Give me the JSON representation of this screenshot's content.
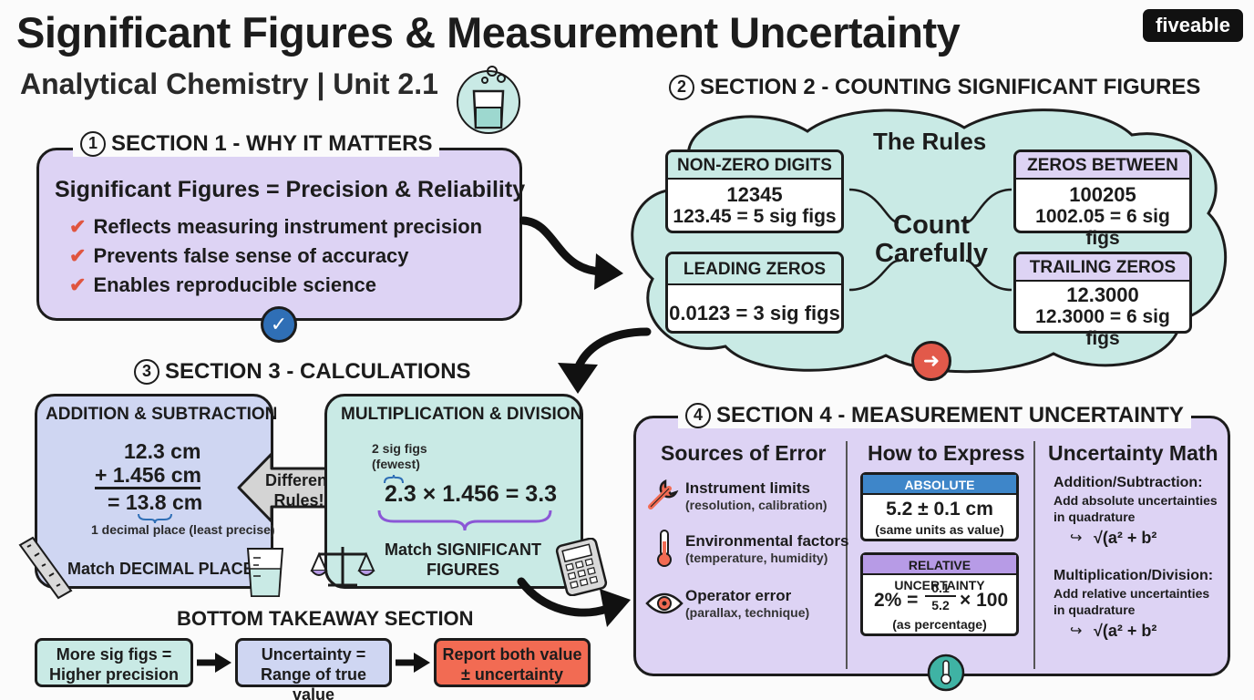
{
  "header": {
    "title": "Significant Figures & Measurement Uncertainty",
    "subtitle": "Analytical Chemistry | Unit 2.1",
    "logo": "fiveable"
  },
  "section1": {
    "number": "1",
    "heading": "SECTION 1 - WHY IT MATTERS",
    "main": "Significant Figures = Precision & Reliability",
    "items": [
      "Reflects measuring instrument precision",
      "Prevents false sense of accuracy",
      "Enables reproducible science"
    ],
    "icons": [
      "check-mark-icon",
      "checkmark-badge-icon",
      "beaker-icon"
    ]
  },
  "section2": {
    "number": "2",
    "heading": "SECTION 2 - COUNTING SIGNIFICANT FIGURES",
    "rules_title": "The Rules",
    "center": "Count Carefully",
    "rules": [
      {
        "label": "NON-ZERO DIGITS",
        "value": "12345",
        "example": "123.45 = 5 sig figs"
      },
      {
        "label": "ZEROS BETWEEN",
        "value": "100205",
        "example": "1002.05 = 6 sig figs"
      },
      {
        "label": "LEADING ZEROS",
        "value": "",
        "example": "0.0123 = 3 sig figs"
      },
      {
        "label": "TRAILING ZEROS",
        "value": "12.3000",
        "example": "12.3000 = 6 sig figs"
      }
    ],
    "colors": {
      "cloud": "#c9eae5",
      "rule_head": "#c9eae5",
      "rule_head_right": "#ddd3f4",
      "badge": "#e2594a"
    }
  },
  "section3": {
    "number": "3",
    "heading": "SECTION 3 - CALCULATIONS",
    "addition": {
      "title": "ADDITION & SUBTRACTION",
      "line1": "12.3 cm",
      "line2": "+ 1.456 cm",
      "line3": "= 13.8 cm",
      "note": "1 decimal place (least precise)",
      "footer": "Match DECIMAL PLACES"
    },
    "middle": "Different Rules!",
    "multiplication": {
      "title": "MULTIPLICATION & DIVISION",
      "note": "2 sig figs (fewest)",
      "equation": "2.3 × 1.456 = 3.3",
      "footer": "Match SIGNIFICANT FIGURES"
    }
  },
  "section4": {
    "number": "4",
    "heading": "SECTION 4 - MEASUREMENT UNCERTAINTY",
    "sources": {
      "title": "Sources of Error",
      "items": [
        {
          "title": "Instrument limits",
          "detail": "(resolution, calibration)",
          "icon": "wrench-icon"
        },
        {
          "title": "Environmental factors",
          "detail": "(temperature, humidity)",
          "icon": "thermometer-icon"
        },
        {
          "title": "Operator error",
          "detail": "(parallax, technique)",
          "icon": "eye-icon"
        }
      ]
    },
    "express": {
      "title": "How to Express",
      "absolute": {
        "label": "ABSOLUTE UNCERTAINTY",
        "value": "5.2 ± 0.1 cm",
        "note": "(same units as value)"
      },
      "relative": {
        "label": "RELATIVE UNCERTAINTY",
        "lhs": "2% =",
        "num": "0.1",
        "den": "5.2",
        "rhs": "× 100",
        "note": "(as percentage)"
      }
    },
    "math": {
      "title": "Uncertainty Math",
      "add_title": "Addition/Subtraction:",
      "add_text": "Add absolute uncertainties in quadrature",
      "add_formula": "√(a² + b²",
      "mul_title": "Multiplication/Division:",
      "mul_text": "Add relative uncertainties in quadrature",
      "mul_formula": "√(a² + b²"
    }
  },
  "bottom": {
    "heading": "BOTTOM TAKEAWAY SECTION",
    "items": [
      {
        "text": "More sig figs = Higher precision",
        "color": "#c9eae5"
      },
      {
        "text": "Uncertainty = Range of true value",
        "color": "#cfd6f2"
      },
      {
        "text": "Report both value ± uncertainty",
        "color": "#f26b53"
      }
    ]
  }
}
